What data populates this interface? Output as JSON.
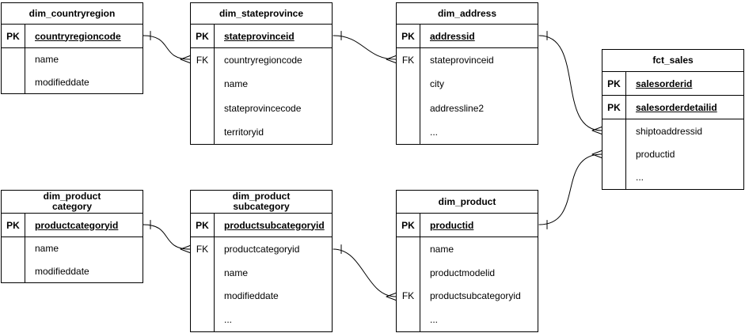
{
  "diagram": {
    "colors": {
      "line": "#000000",
      "background": "#ffffff",
      "text": "#000000"
    },
    "tables": [
      {
        "id": "dim_countryregion",
        "title_lines": [
          "dim_countryregion"
        ],
        "columns": [
          {
            "key": "PK",
            "name": "countryregioncode",
            "pk": true
          },
          {
            "key": "",
            "name": "name",
            "pk": false
          },
          {
            "key": "",
            "name": "modifieddate",
            "pk": false
          }
        ]
      },
      {
        "id": "dim_stateprovince",
        "title_lines": [
          "dim_stateprovince"
        ],
        "columns": [
          {
            "key": "PK",
            "name": "stateprovinceid",
            "pk": true
          },
          {
            "key": "FK",
            "name": "countryregioncode",
            "pk": false
          },
          {
            "key": "",
            "name": "name",
            "pk": false
          },
          {
            "key": "",
            "name": "stateprovincecode",
            "pk": false
          },
          {
            "key": "",
            "name": "territoryid",
            "pk": false
          }
        ]
      },
      {
        "id": "dim_address",
        "title_lines": [
          "dim_address"
        ],
        "columns": [
          {
            "key": "PK",
            "name": "addressid",
            "pk": true
          },
          {
            "key": "FK",
            "name": "stateprovinceid",
            "pk": false
          },
          {
            "key": "",
            "name": "city",
            "pk": false
          },
          {
            "key": "",
            "name": "addressline2",
            "pk": false
          },
          {
            "key": "",
            "name": "...",
            "pk": false
          }
        ]
      },
      {
        "id": "fct_sales",
        "title_lines": [
          "fct_sales"
        ],
        "columns": [
          {
            "key": "PK",
            "name": "salesorderid",
            "pk": true
          },
          {
            "key": "PK",
            "name": "salesorderdetailid",
            "pk": true
          },
          {
            "key": "",
            "name": "shiptoaddressid",
            "pk": false
          },
          {
            "key": "",
            "name": "productid",
            "pk": false
          },
          {
            "key": "",
            "name": "...",
            "pk": false
          }
        ]
      },
      {
        "id": "dim_productcategory",
        "title_lines": [
          "dim_product",
          "category"
        ],
        "columns": [
          {
            "key": "PK",
            "name": "productcategoryid",
            "pk": true
          },
          {
            "key": "",
            "name": "name",
            "pk": false
          },
          {
            "key": "",
            "name": "modifieddate",
            "pk": false
          }
        ]
      },
      {
        "id": "dim_productsubcategory",
        "title_lines": [
          "dim_product",
          "subcategory"
        ],
        "columns": [
          {
            "key": "PK",
            "name": "productsubcategoryid",
            "pk": true
          },
          {
            "key": "FK",
            "name": "productcategoryid",
            "pk": false
          },
          {
            "key": "",
            "name": "name",
            "pk": false
          },
          {
            "key": "",
            "name": "modifieddate",
            "pk": false
          },
          {
            "key": "",
            "name": "...",
            "pk": false
          }
        ]
      },
      {
        "id": "dim_product",
        "title_lines": [
          "dim_product"
        ],
        "columns": [
          {
            "key": "PK",
            "name": "productid",
            "pk": true
          },
          {
            "key": "",
            "name": "name",
            "pk": false
          },
          {
            "key": "",
            "name": "productmodelid",
            "pk": false
          },
          {
            "key": "FK",
            "name": "productsubcategoryid",
            "pk": false
          },
          {
            "key": "",
            "name": "...",
            "pk": false
          }
        ]
      }
    ],
    "relationships": [
      {
        "from_table": "dim_countryregion",
        "from_column": "countryregioncode",
        "to_table": "dim_stateprovince",
        "to_column": "countryregioncode",
        "from_cardinality": "one",
        "to_cardinality": "many"
      },
      {
        "from_table": "dim_stateprovince",
        "from_column": "stateprovinceid",
        "to_table": "dim_address",
        "to_column": "stateprovinceid",
        "from_cardinality": "one",
        "to_cardinality": "many"
      },
      {
        "from_table": "dim_address",
        "from_column": "addressid",
        "to_table": "fct_sales",
        "to_column": "shiptoaddressid",
        "from_cardinality": "one",
        "to_cardinality": "many"
      },
      {
        "from_table": "dim_product",
        "from_column": "productid",
        "to_table": "fct_sales",
        "to_column": "productid",
        "from_cardinality": "one",
        "to_cardinality": "many"
      },
      {
        "from_table": "dim_productcategory",
        "from_column": "productcategoryid",
        "to_table": "dim_productsubcategory",
        "to_column": "productcategoryid",
        "from_cardinality": "one",
        "to_cardinality": "many"
      },
      {
        "from_table": "dim_productsubcategory",
        "from_column": "productsubcategoryid",
        "to_table": "dim_product",
        "to_column": "productsubcategoryid",
        "from_cardinality": "one",
        "to_cardinality": "many"
      }
    ]
  }
}
